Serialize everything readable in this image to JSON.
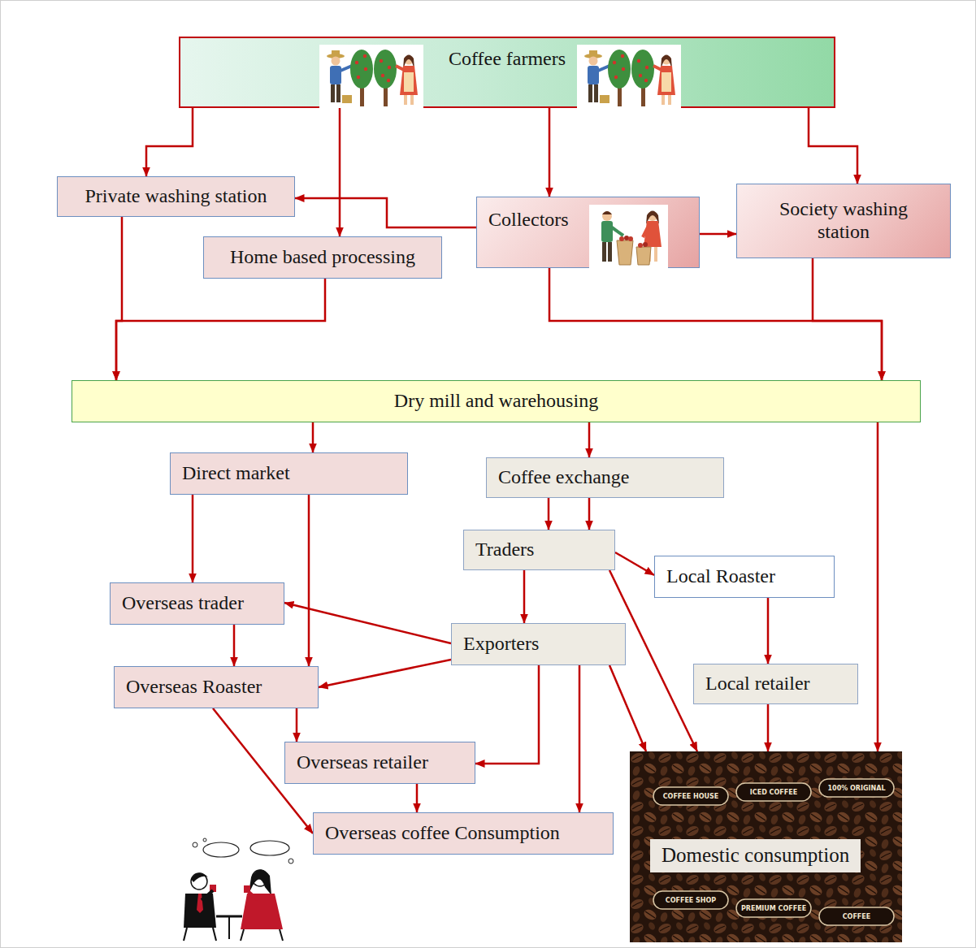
{
  "diagram": {
    "nodes": [
      {
        "text": [
          "Coffee farmers"
        ]
      },
      {
        "text": [
          "Private washing station"
        ]
      },
      {
        "text": [
          "Home based processing"
        ]
      },
      {
        "text": [
          "Collectors"
        ]
      },
      {
        "text": [
          "Society washing station"
        ]
      },
      {
        "text": [
          "Dry mill and warehousing"
        ]
      },
      {
        "text": [
          "Direct market"
        ]
      },
      {
        "text": [
          "Coffee exchange"
        ]
      },
      {
        "text": [
          "Traders"
        ]
      },
      {
        "text": [
          "Local Roaster"
        ]
      },
      {
        "text": [
          "Overseas trader"
        ]
      },
      {
        "text": [
          "Exporters"
        ]
      },
      {
        "text": [
          "Overseas Roaster"
        ]
      },
      {
        "text": [
          "Local retailer"
        ]
      },
      {
        "text": [
          "Overseas retailer"
        ]
      },
      {
        "text": [
          "Overseas coffee Consumption"
        ]
      },
      {
        "text": [
          "Domestic consumption"
        ]
      }
    ],
    "edges": [
      {
        "from": 0,
        "to": 1,
        "arrow": "to"
      },
      {
        "from": 0,
        "to": 2,
        "arrow": "to"
      },
      {
        "from": 0,
        "to": 3,
        "arrow": "to"
      },
      {
        "from": 0,
        "to": 4,
        "arrow": "to"
      },
      {
        "from": 3,
        "to": 1,
        "arrow": "to"
      },
      {
        "from": 3,
        "to": 4,
        "arrow": "to"
      },
      {
        "from": 1,
        "to": 5,
        "arrow": "to"
      },
      {
        "from": 2,
        "to": 5,
        "arrow": "to"
      },
      {
        "from": 3,
        "to": 5,
        "arrow": "to"
      },
      {
        "from": 4,
        "to": 5,
        "arrow": "to"
      },
      {
        "from": 5,
        "to": 6,
        "arrow": "to"
      },
      {
        "from": 5,
        "to": 7,
        "arrow": "to"
      },
      {
        "from": 5,
        "to": 16,
        "arrow": "to"
      },
      {
        "from": 6,
        "to": 10,
        "arrow": "to"
      },
      {
        "from": 6,
        "to": 12,
        "arrow": "to"
      },
      {
        "from": 7,
        "to": 8,
        "arrow": "to"
      },
      {
        "from": 7,
        "to": 8,
        "arrow": "to"
      },
      {
        "from": 8,
        "to": 9,
        "arrow": "to"
      },
      {
        "from": 8,
        "to": 11,
        "arrow": "to"
      },
      {
        "from": 8,
        "to": 16,
        "arrow": "to"
      },
      {
        "from": 9,
        "to": 13,
        "arrow": "to"
      },
      {
        "from": 13,
        "to": 16,
        "arrow": "to"
      },
      {
        "from": 11,
        "to": 10,
        "arrow": "to"
      },
      {
        "from": 11,
        "to": 12,
        "arrow": "to"
      },
      {
        "from": 11,
        "to": 14,
        "arrow": "to"
      },
      {
        "from": 11,
        "to": 15,
        "arrow": "to"
      },
      {
        "from": 11,
        "to": 16,
        "arrow": "to"
      },
      {
        "from": 10,
        "to": 12,
        "arrow": "to"
      },
      {
        "from": 12,
        "to": 14,
        "arrow": "to"
      },
      {
        "from": 12,
        "to": 15,
        "arrow": "to"
      },
      {
        "from": 14,
        "to": 15,
        "arrow": "to"
      }
    ],
    "labels": [
      "COFFEE HOUSE",
      "ICED COFFEE",
      "100% ORIGINAL",
      "COFFEE SHOP",
      "PREMIUM COFFEE",
      "COFFEE"
    ]
  }
}
